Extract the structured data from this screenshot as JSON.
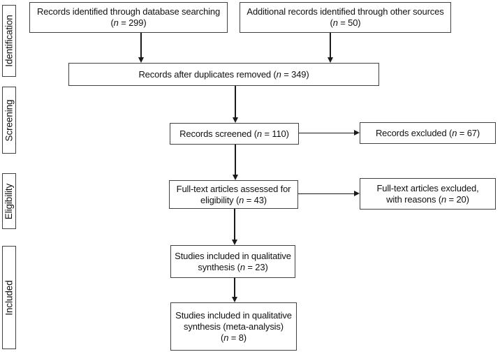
{
  "figure": {
    "kind": "PRISMA flow diagram"
  },
  "colors": {
    "background": "#ffffff",
    "box_border": "#404040",
    "text": "#111111",
    "arrow": "#1a1a1a"
  },
  "stages": [
    {
      "label": "Identification"
    },
    {
      "label": "Screening"
    },
    {
      "label": "Eligibility"
    },
    {
      "label": "Included"
    }
  ],
  "boxes": {
    "identified_db": {
      "lines": [
        "Records identified through database searching",
        "(n = 299)"
      ],
      "count": 299
    },
    "identified_other": {
      "lines": [
        "Additional records identified through other sources",
        "(n = 50)"
      ],
      "count": 50
    },
    "duplicates_removed": {
      "lines": [
        "Records after duplicates removed (n = 349)"
      ],
      "count": 349
    },
    "screened": {
      "lines": [
        "Records screened (n = 110)"
      ],
      "count": 110
    },
    "excluded": {
      "lines": [
        "Records excluded (n = 67)"
      ],
      "count": 67
    },
    "fulltext_assessed": {
      "lines": [
        "Full-text articles assessed for",
        "eligibility (n = 43)"
      ],
      "count": 43
    },
    "fulltext_excluded": {
      "lines": [
        "Full-text articles excluded,",
        "with reasons (n = 20)"
      ],
      "count": 20
    },
    "qualitative_synthesis": {
      "lines": [
        "Studies included in qualitative",
        "synthesis (n = 23)"
      ],
      "count": 23
    },
    "meta_analysis": {
      "lines": [
        "Studies included in qualitative",
        "synthesis (meta-analysis)",
        "(n = 8)"
      ],
      "count": 8
    }
  }
}
